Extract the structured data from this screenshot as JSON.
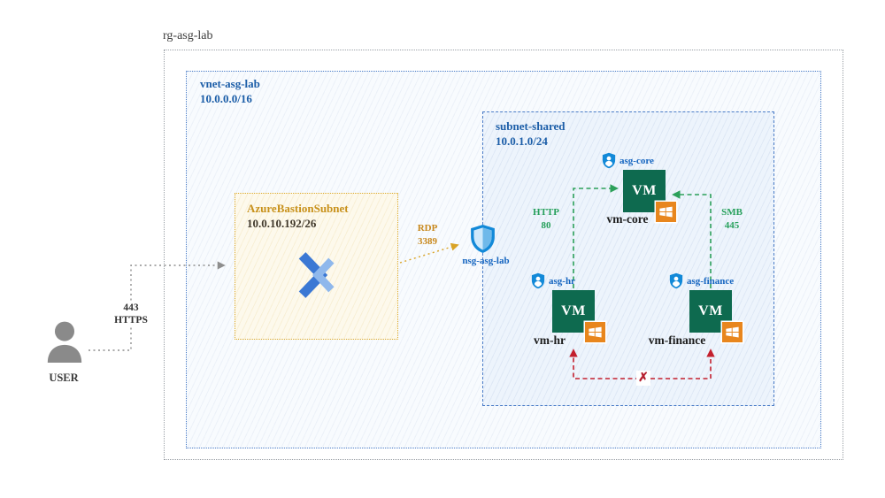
{
  "diagram": {
    "resource_group": {
      "label": "rg-asg-lab"
    },
    "vnet": {
      "name": "vnet-asg-lab",
      "cidr": "10.0.0.0/16"
    },
    "bastion_subnet": {
      "name": "AzureBastionSubnet",
      "cidr": "10.0.10.192/26"
    },
    "shared_subnet": {
      "name": "subnet-shared",
      "cidr": "10.0.1.0/24"
    },
    "nsg": {
      "name": "nsg-asg-lab"
    },
    "user": {
      "label": "USER",
      "port": "443",
      "protocol": "HTTPS"
    },
    "rdp_flow": {
      "protocol": "RDP",
      "port": "3389"
    },
    "vms": {
      "core": {
        "name": "vm-core",
        "asg": "asg-core",
        "icon_label": "VM"
      },
      "hr": {
        "name": "vm-hr",
        "asg": "asg-hr",
        "icon_label": "VM"
      },
      "finance": {
        "name": "vm-finance",
        "asg": "asg-finance",
        "icon_label": "VM"
      }
    },
    "flows": {
      "http": {
        "protocol": "HTTP",
        "port": "80"
      },
      "smb": {
        "protocol": "SMB",
        "port": "445"
      },
      "blocked": {
        "mark": "✗"
      }
    },
    "colors": {
      "vnet_border": "#4a7cc7",
      "subnet_border": "#4a7cc7",
      "bastion_border": "#dcaa2e",
      "vm_green": "#0e6a4f",
      "windows_orange": "#e8861d",
      "allow_green": "#2ca05a",
      "deny_red": "#c3202e",
      "nsg_blue": "#1289d8",
      "label_blue": "#1c5ea8",
      "user_gray": "#8a8a8a"
    }
  }
}
